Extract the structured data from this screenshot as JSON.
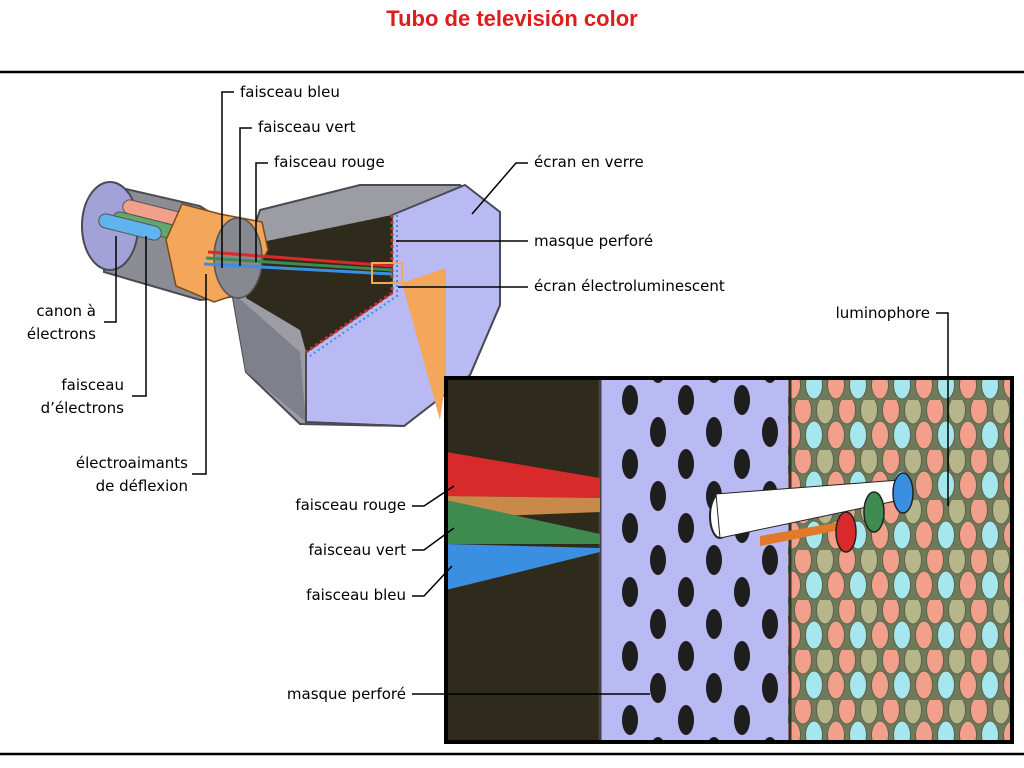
{
  "title": "Tubo de televisión color",
  "labels": {
    "blue_beam": "faisceau bleu",
    "green_beam": "faisceau vert",
    "red_beam": "faisceau rouge",
    "glass_screen": "écran en verre",
    "shadow_mask": "masque perforé",
    "phosphor_screen": "écran électroluminescent",
    "phosphor": "luminophore",
    "electron_gun_line1": "canon à",
    "electron_gun_line2": "électrons",
    "electron_beam_line1": "faisceau",
    "electron_beam_line2": "d’électrons",
    "deflection_line1": "électroaimants",
    "deflection_line2": "de déflexion",
    "inset_red_beam": "faisceau rouge",
    "inset_green_beam": "faisceau vert",
    "inset_blue_beam": "faisceau bleu",
    "inset_shadow_mask": "masque perforé"
  },
  "colors": {
    "title": "#e01b1b",
    "tube_grey": "#9c9ca4",
    "screen_lavender": "#b9b9f4",
    "deflection_orange": "#f4a65a",
    "red_beam": "#d8292b",
    "green_beam": "#3f8a4e",
    "blue_beam": "#3a8fe0",
    "phosphor_bg": "#6e7a5a",
    "phosphor_red": "#f2a08c",
    "phosphor_green": "#b7b68a",
    "phosphor_blue": "#a6e6ee"
  }
}
